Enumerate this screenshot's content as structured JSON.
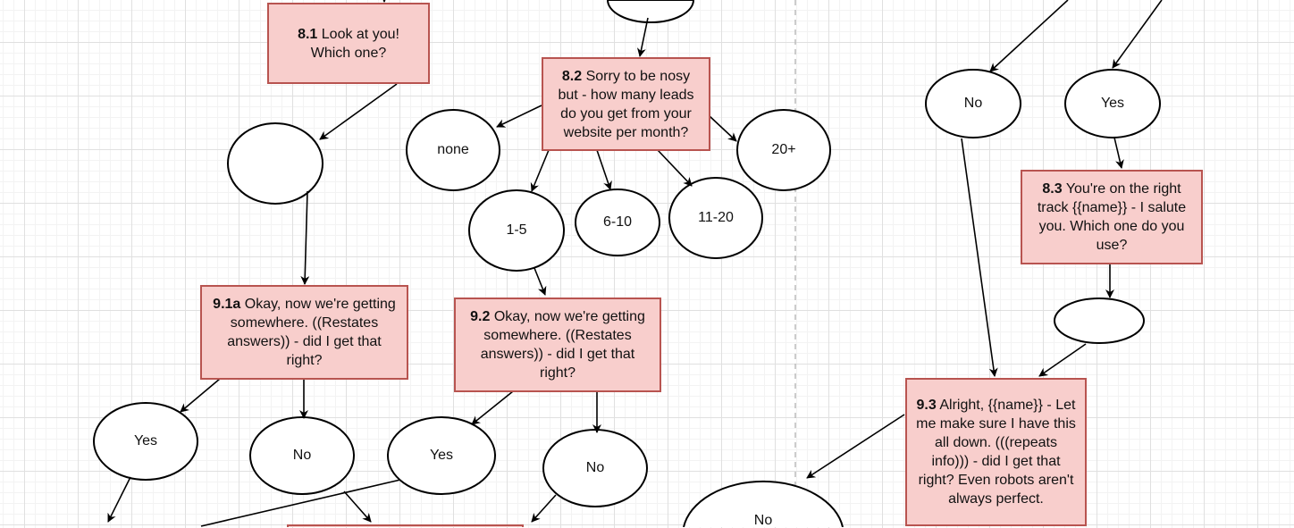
{
  "boxes": {
    "b81": {
      "num": "8.1",
      "text": "Look at you! Which one?"
    },
    "b82": {
      "num": "8.2",
      "text": "Sorry to be nosy but - how many leads do you get from your website per month?"
    },
    "b91a": {
      "num": "9.1a",
      "text": "Okay, now we're getting somewhere. ((Restates answers)) - did I get that right?"
    },
    "b92": {
      "num": "9.2",
      "text": "Okay, now we're getting somewhere. ((Restates answers)) - did I get that right?"
    },
    "b83": {
      "num": "8.3",
      "text": "You're on the right track {{name}} - I salute you. Which one do you use?"
    },
    "b93": {
      "num": "9.3",
      "text": "Alright, {{name}} - Let me make sure I have this all down. (((repeats info))) - did I get that right? Even robots aren't always perfect."
    }
  },
  "ellipses": {
    "none": "none",
    "twentyplus": "20+",
    "one5": "1-5",
    "six10": "6-10",
    "eleven20": "11-20",
    "no_r": "No",
    "yes_r": "Yes",
    "yes_l": "Yes",
    "no_l": "No",
    "yes_m": "Yes",
    "no_m": "No",
    "no_big": "No"
  },
  "colors": {
    "box_fill": "#f8cecc",
    "box_border": "#b85450"
  }
}
